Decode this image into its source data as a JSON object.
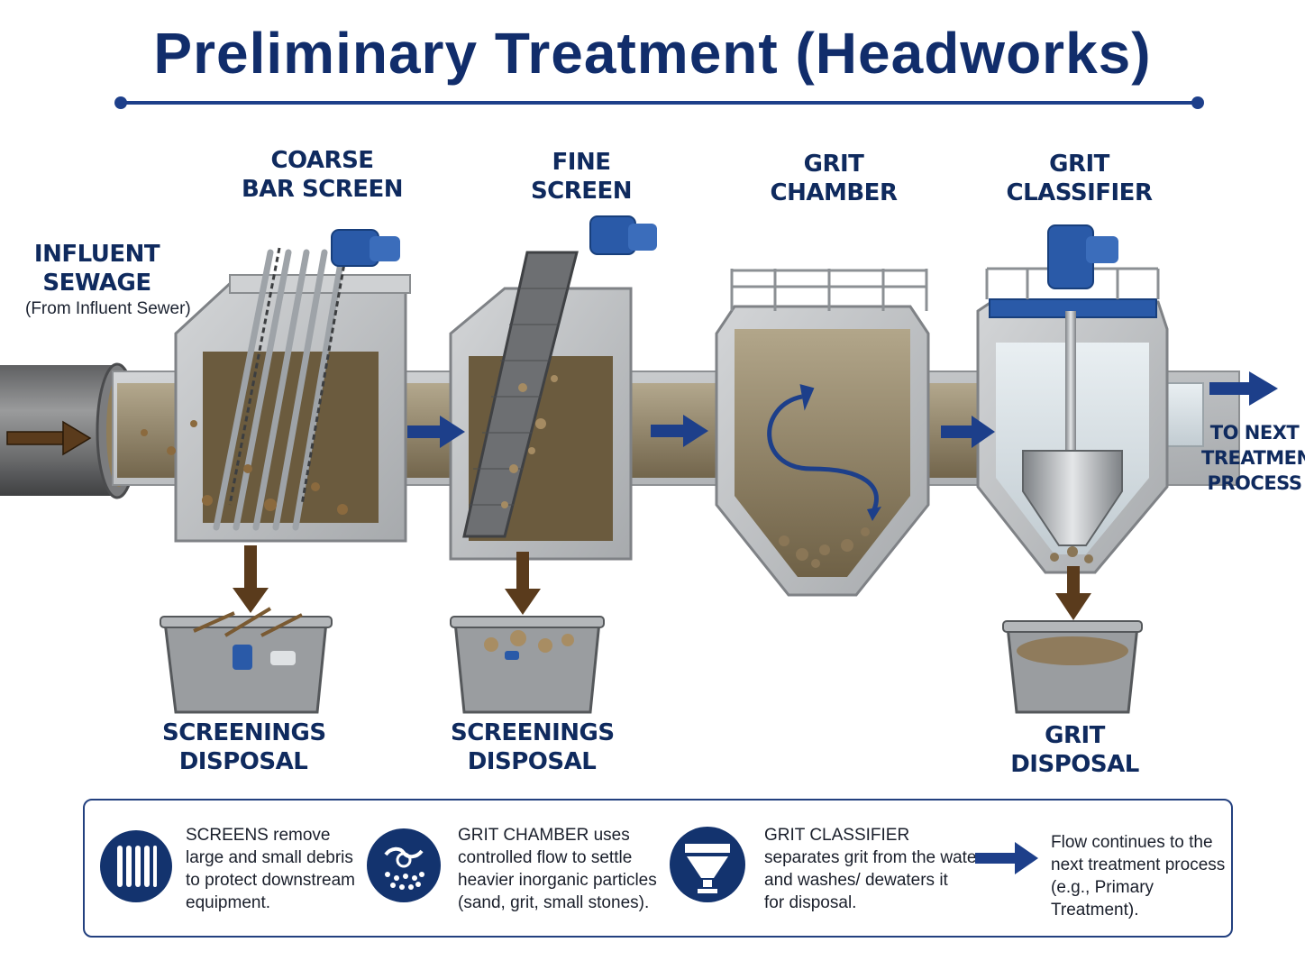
{
  "title": "Preliminary Treatment (Headworks)",
  "labels": {
    "influent_line1": "INFLUENT",
    "influent_line2": "SEWAGE",
    "influent_sub": "(From Influent Sewer)",
    "coarse_line1": "COARSE",
    "coarse_line2": "BAR SCREEN",
    "fine_line1": "FINE",
    "fine_line2": "SCREEN",
    "grit_chamber_line1": "GRIT",
    "grit_chamber_line2": "CHAMBER",
    "grit_classifier_line1": "GRIT",
    "grit_classifier_line2": "CLASSIFIER",
    "next_line1": "TO NEXT",
    "next_line2": "TREATMENT",
    "next_line3": "PROCESS",
    "screenings1_line1": "SCREENINGS",
    "screenings1_line2": "DISPOSAL",
    "screenings2_line1": "SCREENINGS",
    "screenings2_line2": "DISPOSAL",
    "grit_disposal_line1": "GRIT",
    "grit_disposal_line2": "DISPOSAL"
  },
  "legend": {
    "items": [
      {
        "icon": "screen-bars-icon",
        "lines": [
          "SCREENS remove",
          "large and small debris",
          "to protect downstream",
          "equipment."
        ]
      },
      {
        "icon": "settling-particles-icon",
        "lines": [
          "GRIT CHAMBER uses",
          "controlled flow to settle",
          "heavier inorganic particles",
          "(sand, grit, small stones)."
        ]
      },
      {
        "icon": "classifier-funnel-icon",
        "lines": [
          "GRIT CLASSIFIER",
          "separates grit from the water",
          "and washes/ dewaters it",
          "for disposal."
        ]
      },
      {
        "icon": "flow-arrow-icon",
        "lines": [
          "Flow continues to the",
          "next treatment process",
          "(e.g., Primary Treatment)."
        ]
      }
    ]
  },
  "colors": {
    "accent_navy": "#112d6b",
    "arrow_blue": "#1d3f8a",
    "arrow_brown": "#5a3b1c",
    "concrete": "#b9bcbf",
    "water": "#8a7a5c",
    "motor_blue": "#2a5aa8"
  }
}
